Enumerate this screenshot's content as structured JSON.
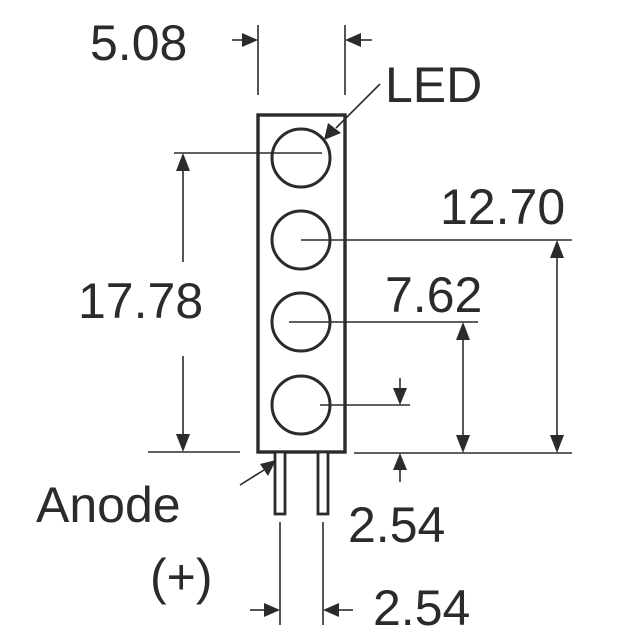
{
  "diagram": {
    "labels": {
      "width_dim": "5.08",
      "led": "LED",
      "dim_12_70": "12.70",
      "dim_17_78": "17.78",
      "dim_7_62": "7.62",
      "anode": "Anode",
      "anode_polarity": "(+)",
      "pin_height": "2.54",
      "pin_pitch": "2.54"
    },
    "led_count": 4,
    "colors": {
      "line": "#2b2b2b",
      "background": "#ffffff"
    }
  }
}
